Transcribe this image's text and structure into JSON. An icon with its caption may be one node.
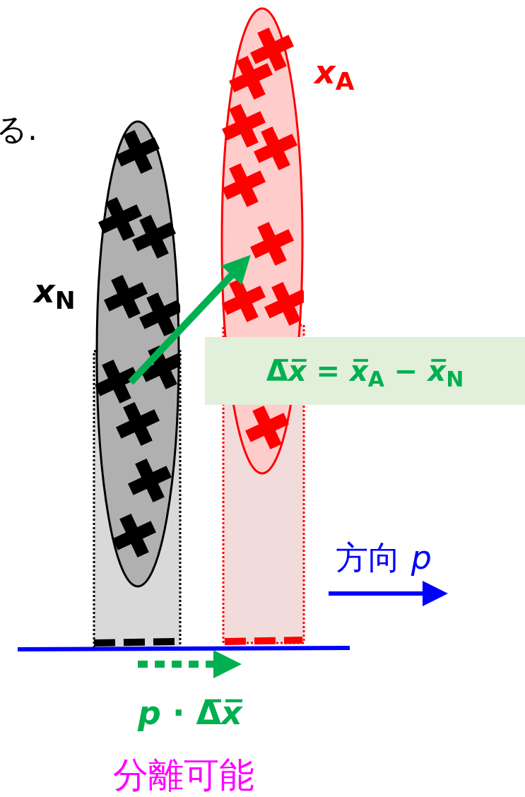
{
  "diagram": {
    "nodes": [
      {
        "text": [],
        "shape": "ellipse",
        "beside": [
          "*x*$_{N}$"
        ]
      },
      {
        "text": [],
        "shape": "ellipse",
        "beside": [
          "*x*$_{A}$"
        ]
      },
      {
        "text": [
          "Δ̅*x̅* = *x̅*$_{A}$ − *x̅*$_{N}$"
        ]
      }
    ],
    "edges": [
      {
        "from": 0,
        "to": 1,
        "arrow": "to",
        "color": "#00b050"
      }
    ],
    "labels": [
      "る.",
      "方向 *p*",
      "*p* · Δ̅*x̅*",
      "分離可能"
    ]
  }
}
